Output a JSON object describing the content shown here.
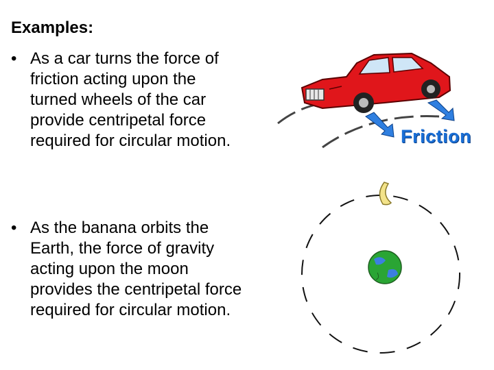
{
  "heading": "Examples:",
  "bullet_char": "•",
  "bullets": [
    {
      "lines": [
        "As a car turns the force of",
        "friction acting upon the",
        "turned wheels of the car",
        "provide centripetal force",
        "required for circular motion."
      ]
    },
    {
      "lines": [
        "As the banana orbits the",
        "Earth, the force of gravity",
        "acting upon the moon",
        "provides the centripetal force",
        "required for circular motion."
      ]
    }
  ],
  "car_figure": {
    "label": "Friction",
    "car_color": "#e0161b",
    "arrow_color": "#2f7fe0",
    "label_color": "#1a6fd6"
  },
  "orbit_figure": {
    "earth_colors": [
      "#2aa534",
      "#3c7fe0"
    ],
    "banana_color": "#f3e38a"
  }
}
